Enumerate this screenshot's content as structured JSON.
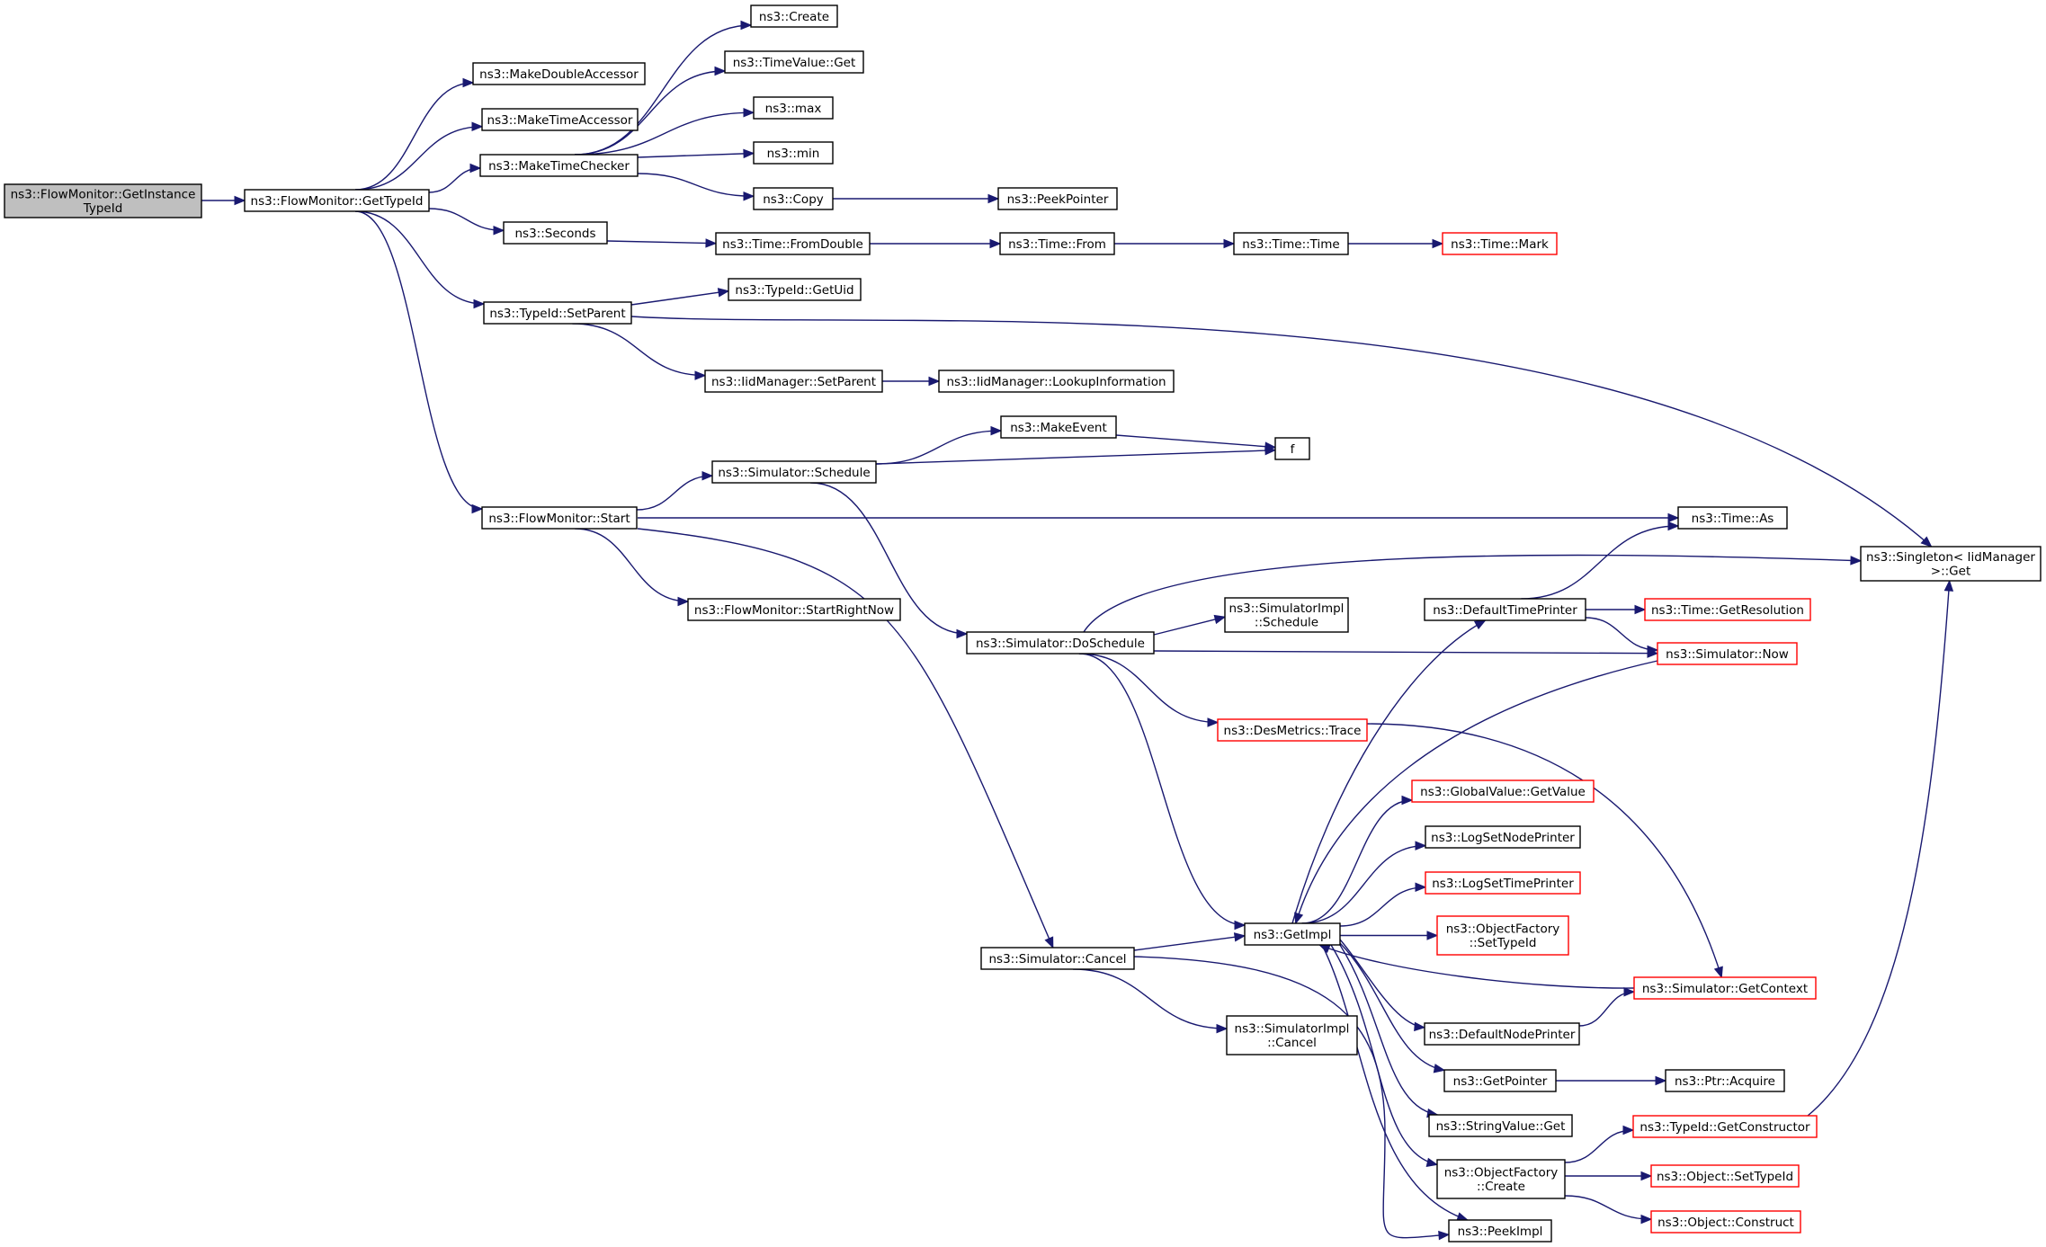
{
  "colors": {
    "edge": "#191970",
    "node_border": "#000000",
    "node_border_truncated": "#ff0000",
    "root_fill": "#bfbfbf",
    "node_fill": "#ffffff",
    "background": "#ffffff"
  },
  "nodes": [
    {
      "id": "root",
      "lines": [
        "ns3::FlowMonitor::GetInstance",
        "TypeId"
      ],
      "kind": "root"
    },
    {
      "id": "gettypeid",
      "lines": [
        "ns3::FlowMonitor::GetTypeId"
      ],
      "kind": "normal"
    },
    {
      "id": "makedoubleaccessor",
      "lines": [
        "ns3::MakeDoubleAccessor"
      ],
      "kind": "normal"
    },
    {
      "id": "maketimeaccessor",
      "lines": [
        "ns3::MakeTimeAccessor"
      ],
      "kind": "normal"
    },
    {
      "id": "maketimechecker",
      "lines": [
        "ns3::MakeTimeChecker"
      ],
      "kind": "normal"
    },
    {
      "id": "seconds",
      "lines": [
        "ns3::Seconds"
      ],
      "kind": "normal"
    },
    {
      "id": "typeid-setparent",
      "lines": [
        "ns3::TypeId::SetParent"
      ],
      "kind": "normal"
    },
    {
      "id": "flowmonitor-start",
      "lines": [
        "ns3::FlowMonitor::Start"
      ],
      "kind": "normal"
    },
    {
      "id": "create",
      "lines": [
        "ns3::Create"
      ],
      "kind": "normal"
    },
    {
      "id": "timevalue-get",
      "lines": [
        "ns3::TimeValue::Get"
      ],
      "kind": "normal"
    },
    {
      "id": "max",
      "lines": [
        "ns3::max"
      ],
      "kind": "normal"
    },
    {
      "id": "min",
      "lines": [
        "ns3::min"
      ],
      "kind": "normal"
    },
    {
      "id": "copy",
      "lines": [
        "ns3::Copy"
      ],
      "kind": "normal"
    },
    {
      "id": "peekpointer",
      "lines": [
        "ns3::PeekPointer"
      ],
      "kind": "normal"
    },
    {
      "id": "time-fromdouble",
      "lines": [
        "ns3::Time::FromDouble"
      ],
      "kind": "normal"
    },
    {
      "id": "time-from",
      "lines": [
        "ns3::Time::From"
      ],
      "kind": "normal"
    },
    {
      "id": "time-time",
      "lines": [
        "ns3::Time::Time"
      ],
      "kind": "normal"
    },
    {
      "id": "time-mark",
      "lines": [
        "ns3::Time::Mark"
      ],
      "kind": "truncated"
    },
    {
      "id": "typeid-getuid",
      "lines": [
        "ns3::TypeId::GetUid"
      ],
      "kind": "normal"
    },
    {
      "id": "iidmanager-setparent",
      "lines": [
        "ns3::IidManager::SetParent"
      ],
      "kind": "normal"
    },
    {
      "id": "iidmanager-lookupinformation",
      "lines": [
        "ns3::IidManager::LookupInformation"
      ],
      "kind": "normal"
    },
    {
      "id": "simulator-schedule",
      "lines": [
        "ns3::Simulator::Schedule"
      ],
      "kind": "normal"
    },
    {
      "id": "makeevent",
      "lines": [
        "ns3::MakeEvent"
      ],
      "kind": "normal"
    },
    {
      "id": "f",
      "lines": [
        "f"
      ],
      "kind": "normal"
    },
    {
      "id": "time-as",
      "lines": [
        "ns3::Time::As"
      ],
      "kind": "normal"
    },
    {
      "id": "singleton-get",
      "lines": [
        "ns3::Singleton< IidManager",
        " >::Get"
      ],
      "kind": "normal"
    },
    {
      "id": "flowmonitor-startrightnow",
      "lines": [
        "ns3::FlowMonitor::StartRightNow"
      ],
      "kind": "normal"
    },
    {
      "id": "simulator-doschedule",
      "lines": [
        "ns3::Simulator::DoSchedule"
      ],
      "kind": "normal"
    },
    {
      "id": "simulatorimpl-schedule",
      "lines": [
        "ns3::SimulatorImpl",
        "::Schedule"
      ],
      "kind": "normal"
    },
    {
      "id": "defaulttimeprinter",
      "lines": [
        "ns3::DefaultTimePrinter"
      ],
      "kind": "normal"
    },
    {
      "id": "time-getresolution",
      "lines": [
        "ns3::Time::GetResolution"
      ],
      "kind": "truncated"
    },
    {
      "id": "simulator-now",
      "lines": [
        "ns3::Simulator::Now"
      ],
      "kind": "truncated"
    },
    {
      "id": "desmetrics-trace",
      "lines": [
        "ns3::DesMetrics::Trace"
      ],
      "kind": "truncated"
    },
    {
      "id": "globalvalue-getvalue",
      "lines": [
        "ns3::GlobalValue::GetValue"
      ],
      "kind": "truncated"
    },
    {
      "id": "logsetnodeprinter",
      "lines": [
        "ns3::LogSetNodePrinter"
      ],
      "kind": "normal"
    },
    {
      "id": "logsettimeprinter",
      "lines": [
        "ns3::LogSetTimePrinter"
      ],
      "kind": "truncated"
    },
    {
      "id": "objectfactory-settypeid",
      "lines": [
        "ns3::ObjectFactory",
        "::SetTypeId"
      ],
      "kind": "truncated"
    },
    {
      "id": "getimpl",
      "lines": [
        "ns3::GetImpl"
      ],
      "kind": "normal"
    },
    {
      "id": "simulator-cancel",
      "lines": [
        "ns3::Simulator::Cancel"
      ],
      "kind": "normal"
    },
    {
      "id": "simulator-getcontext",
      "lines": [
        "ns3::Simulator::GetContext"
      ],
      "kind": "truncated"
    },
    {
      "id": "simulatorimpl-cancel",
      "lines": [
        "ns3::SimulatorImpl",
        "::Cancel"
      ],
      "kind": "normal"
    },
    {
      "id": "defaultnodeprinter",
      "lines": [
        "ns3::DefaultNodePrinter"
      ],
      "kind": "normal"
    },
    {
      "id": "getpointer",
      "lines": [
        "ns3::GetPointer"
      ],
      "kind": "normal"
    },
    {
      "id": "ptr-acquire",
      "lines": [
        "ns3::Ptr::Acquire"
      ],
      "kind": "normal"
    },
    {
      "id": "stringvalue-get",
      "lines": [
        "ns3::StringValue::Get"
      ],
      "kind": "normal"
    },
    {
      "id": "typeid-getconstructor",
      "lines": [
        "ns3::TypeId::GetConstructor"
      ],
      "kind": "truncated"
    },
    {
      "id": "objectfactory-create",
      "lines": [
        "ns3::ObjectFactory",
        "::Create"
      ],
      "kind": "normal"
    },
    {
      "id": "object-settypeid",
      "lines": [
        "ns3::Object::SetTypeId"
      ],
      "kind": "truncated"
    },
    {
      "id": "object-construct",
      "lines": [
        "ns3::Object::Construct"
      ],
      "kind": "truncated"
    },
    {
      "id": "peekimpl",
      "lines": [
        "ns3::PeekImpl"
      ],
      "kind": "normal"
    }
  ],
  "edges": [
    {
      "from": "root",
      "to": "gettypeid"
    },
    {
      "from": "gettypeid",
      "to": "makedoubleaccessor"
    },
    {
      "from": "gettypeid",
      "to": "maketimeaccessor"
    },
    {
      "from": "gettypeid",
      "to": "maketimechecker"
    },
    {
      "from": "gettypeid",
      "to": "seconds"
    },
    {
      "from": "gettypeid",
      "to": "typeid-setparent"
    },
    {
      "from": "gettypeid",
      "to": "flowmonitor-start"
    },
    {
      "from": "maketimechecker",
      "to": "create"
    },
    {
      "from": "maketimechecker",
      "to": "timevalue-get"
    },
    {
      "from": "maketimechecker",
      "to": "max"
    },
    {
      "from": "maketimechecker",
      "to": "min"
    },
    {
      "from": "maketimechecker",
      "to": "copy"
    },
    {
      "from": "copy",
      "to": "peekpointer"
    },
    {
      "from": "seconds",
      "to": "time-fromdouble"
    },
    {
      "from": "time-fromdouble",
      "to": "time-from"
    },
    {
      "from": "time-from",
      "to": "time-time"
    },
    {
      "from": "time-time",
      "to": "time-mark"
    },
    {
      "from": "typeid-setparent",
      "to": "typeid-getuid"
    },
    {
      "from": "typeid-setparent",
      "to": "iidmanager-setparent"
    },
    {
      "from": "typeid-setparent",
      "to": "singleton-get"
    },
    {
      "from": "iidmanager-setparent",
      "to": "iidmanager-lookupinformation"
    },
    {
      "from": "flowmonitor-start",
      "to": "simulator-schedule"
    },
    {
      "from": "flowmonitor-start",
      "to": "time-as"
    },
    {
      "from": "flowmonitor-start",
      "to": "flowmonitor-startrightnow"
    },
    {
      "from": "flowmonitor-start",
      "to": "simulator-cancel"
    },
    {
      "from": "simulator-schedule",
      "to": "makeevent"
    },
    {
      "from": "simulator-schedule",
      "to": "f"
    },
    {
      "from": "makeevent",
      "to": "f"
    },
    {
      "from": "simulator-schedule",
      "to": "simulator-doschedule"
    },
    {
      "from": "simulator-doschedule",
      "to": "singleton-get"
    },
    {
      "from": "simulator-doschedule",
      "to": "simulatorimpl-schedule"
    },
    {
      "from": "simulator-doschedule",
      "to": "simulator-now"
    },
    {
      "from": "simulator-doschedule",
      "to": "desmetrics-trace"
    },
    {
      "from": "simulator-doschedule",
      "to": "getimpl"
    },
    {
      "from": "defaulttimeprinter",
      "to": "time-as"
    },
    {
      "from": "defaulttimeprinter",
      "to": "time-getresolution"
    },
    {
      "from": "defaulttimeprinter",
      "to": "simulator-now"
    },
    {
      "from": "simulator-now",
      "to": "getimpl"
    },
    {
      "from": "desmetrics-trace",
      "to": "simulator-getcontext"
    },
    {
      "from": "getimpl",
      "to": "defaulttimeprinter"
    },
    {
      "from": "getimpl",
      "to": "globalvalue-getvalue"
    },
    {
      "from": "getimpl",
      "to": "logsetnodeprinter"
    },
    {
      "from": "getimpl",
      "to": "logsettimeprinter"
    },
    {
      "from": "getimpl",
      "to": "objectfactory-settypeid"
    },
    {
      "from": "simulator-getcontext",
      "to": "getimpl"
    },
    {
      "from": "getimpl",
      "to": "defaultnodeprinter"
    },
    {
      "from": "defaultnodeprinter",
      "to": "simulator-getcontext"
    },
    {
      "from": "getimpl",
      "to": "getpointer"
    },
    {
      "from": "getpointer",
      "to": "ptr-acquire"
    },
    {
      "from": "getimpl",
      "to": "stringvalue-get"
    },
    {
      "from": "getimpl",
      "to": "objectfactory-create"
    },
    {
      "from": "getimpl",
      "to": "peekimpl"
    },
    {
      "from": "objectfactory-create",
      "to": "typeid-getconstructor"
    },
    {
      "from": "objectfactory-create",
      "to": "object-settypeid"
    },
    {
      "from": "objectfactory-create",
      "to": "object-construct"
    },
    {
      "from": "typeid-getconstructor",
      "to": "singleton-get"
    },
    {
      "from": "simulator-cancel",
      "to": "getimpl"
    },
    {
      "from": "simulator-cancel",
      "to": "simulatorimpl-cancel"
    },
    {
      "from": "simulator-cancel",
      "to": "peekimpl"
    }
  ]
}
